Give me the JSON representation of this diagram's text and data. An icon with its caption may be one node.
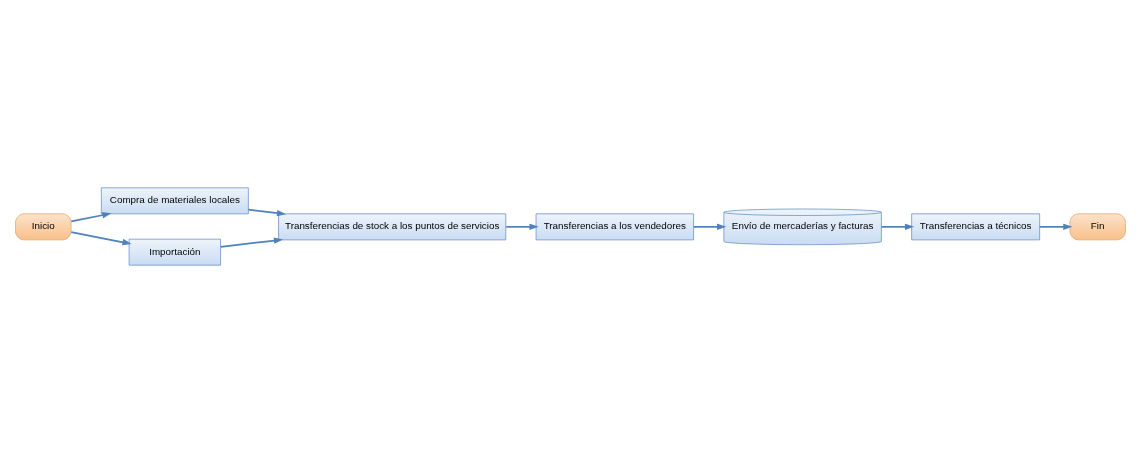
{
  "diagram": {
    "nodes": [
      {
        "text": [
          "Inicio"
        ]
      },
      {
        "text": [
          "Compra de materiales locales"
        ]
      },
      {
        "text": [
          "Importación"
        ]
      },
      {
        "text": [
          "Transferencias de stock a los puntos de servicios"
        ]
      },
      {
        "text": [
          "Transferencias a los vendedores"
        ]
      },
      {
        "text": [
          "Envío de mercaderías y facturas"
        ]
      },
      {
        "text": [
          "Transferencias a técnicos"
        ]
      },
      {
        "text": [
          "Fin"
        ]
      }
    ],
    "edges": [
      {
        "from": 0,
        "to": 1,
        "arrow": "to"
      },
      {
        "from": 0,
        "to": 2,
        "arrow": "to"
      },
      {
        "from": 1,
        "to": 3,
        "arrow": "to"
      },
      {
        "from": 2,
        "to": 3,
        "arrow": "to"
      },
      {
        "from": 3,
        "to": 4,
        "arrow": "to"
      },
      {
        "from": 4,
        "to": 5,
        "arrow": "to"
      },
      {
        "from": 5,
        "to": 6,
        "arrow": "to"
      },
      {
        "from": 6,
        "to": 7,
        "arrow": "to"
      }
    ]
  }
}
